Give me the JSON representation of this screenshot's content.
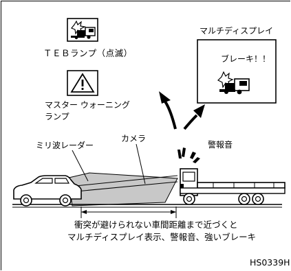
{
  "lamps": {
    "teb": {
      "label": "ＴＥＢランプ（点滅）",
      "icon": "collision-warning-lamp-icon"
    },
    "master_warning": {
      "label_line1": "マスター ウォーニング",
      "label_line2": "ランプ",
      "icon": "warning-triangle-icon"
    }
  },
  "multi_display": {
    "title": "マルチディスプレイ",
    "message": "ブレーキ！！",
    "icon": "collision-car-icon"
  },
  "labels": {
    "radar": "ミリ波レーダー",
    "camera": "カメラ",
    "warning_sound": "警報音"
  },
  "caption": {
    "line1": "衝突が避けられない車間距離まで近づくと",
    "line2": "マルチディスプレイ表示、警報音、強いブレーキ"
  },
  "figure_id": "HS0339H",
  "colors": {
    "line": "#000000",
    "sensor_field": "#c8c8c8",
    "background": "#ffffff"
  }
}
